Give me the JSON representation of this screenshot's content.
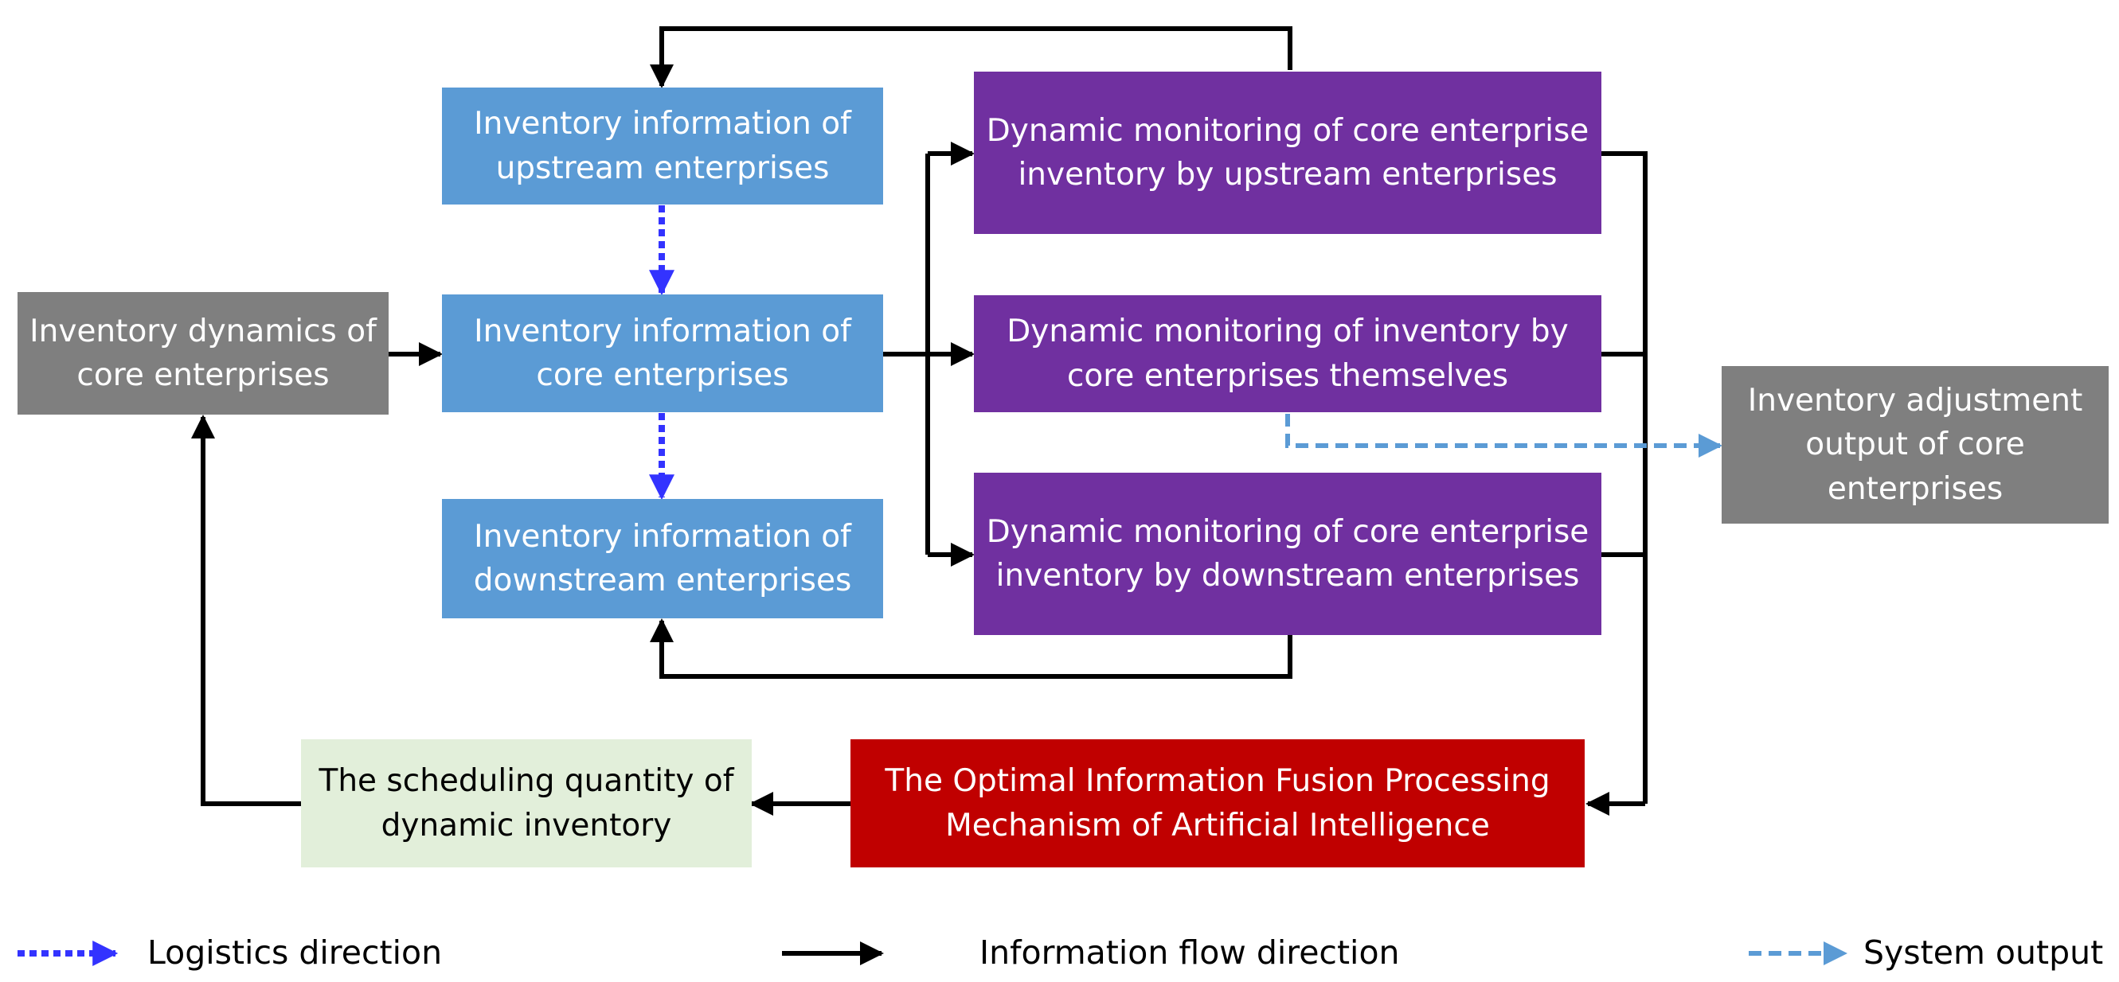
{
  "nodes": {
    "inventory_dynamics": "Inventory dynamics of core enterprises",
    "upstream_info": "Inventory information of upstream enterprises",
    "core_info": "Inventory information of core enterprises",
    "downstream_info": "Inventory information of downstream enterprises",
    "monitor_upstream": "Dynamic monitoring of core enterprise inventory by upstream enterprises",
    "monitor_self": "Dynamic monitoring of inventory by core enterprises themselves",
    "monitor_downstream": "Dynamic monitoring of core enterprise inventory by downstream enterprises",
    "adjustment_output": "Inventory adjustment output of core enterprises",
    "ai_mechanism": "The Optimal Information Fusion Processing Mechanism of Artificial Intelligence",
    "scheduling_quantity": "The scheduling quantity of dynamic inventory"
  },
  "legend": {
    "logistics": "Logistics direction",
    "information": "Information flow direction",
    "system_output": "System output"
  },
  "colors": {
    "grey_box": "#7f7f7f",
    "blue_box": "#5b9bd5",
    "purple_box": "#7030a0",
    "red_box": "#c00000",
    "green_box": "#e2efda",
    "logistics_arrow": "#3333ff",
    "information_arrow": "#000000",
    "system_output_arrow": "#5b9bd5"
  }
}
